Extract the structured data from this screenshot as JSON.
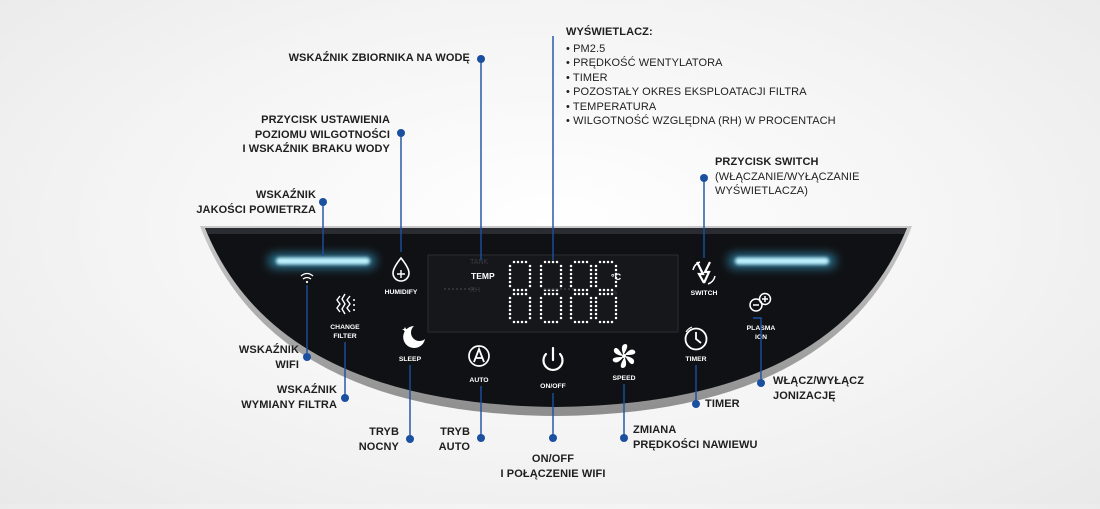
{
  "callouts": {
    "water_tank": "WSKAŹNIK ZBIORNIKA NA WODĘ",
    "humidity_button": [
      "PRZYCISK USTAWIENIA",
      "POZIOMU WILGOTNOŚCI",
      "I WSKAŹNIK BRAKU WODY"
    ],
    "air_quality": [
      "WSKAŹNIK",
      "JAKOŚCI POWIETRZA"
    ],
    "wifi": [
      "WSKAŹNIK",
      "WIFI"
    ],
    "filter": [
      "WSKAŹNIK",
      "WYMIANY FILTRA"
    ],
    "night": [
      "TRYB",
      "NOCNY"
    ],
    "auto": [
      "TRYB",
      "AUTO"
    ],
    "onoff": [
      "ON/OFF",
      "I POŁĄCZENIE WIFI"
    ],
    "speed": [
      "ZMIANA",
      "PRĘDKOŚCI NAWIEWU"
    ],
    "timer": "TIMER",
    "ionization": [
      "WŁĄCZ/WYŁĄCZ",
      "JONIZACJĘ"
    ],
    "switch_title": "PRZYCISK SWITCH",
    "switch_desc": [
      "(WŁĄCZANIE/WYŁĄCZANIE",
      "WYŚWIETLACZA)"
    ],
    "display_title": "WYŚWIETLACZ:",
    "display_items": [
      "PM2.5",
      "PRĘDKOŚĆ WENTYLATORA",
      "TIMER",
      "POZOSTAŁY OKRES EKSPLOATACJI FILTRA",
      "TEMPERATURA",
      "WILGOTNOŚĆ WZGLĘDNA (RH) W PROCENTACH"
    ]
  },
  "panel": {
    "buttons": {
      "humidify": "HUMIDIFY",
      "change_filter": [
        "CHANGE",
        "FILTER"
      ],
      "sleep": "SLEEP",
      "auto": "AUTO",
      "onoff": "ON/OFF",
      "speed": "SPEED",
      "timer": "TIMER",
      "switch": "SWITCH",
      "plasma": [
        "PLASMA",
        "ION"
      ]
    },
    "display": {
      "labels": [
        "TANK",
        "TEMP",
        "RH"
      ],
      "active_label": "TEMP",
      "unit_top": "°C",
      "unit_bottom": "%",
      "row1": "00",
      "row2": "00"
    }
  },
  "colors": {
    "accent_line": "#1b4fa0",
    "glow": "#41c8ff",
    "panel": "#101114"
  }
}
